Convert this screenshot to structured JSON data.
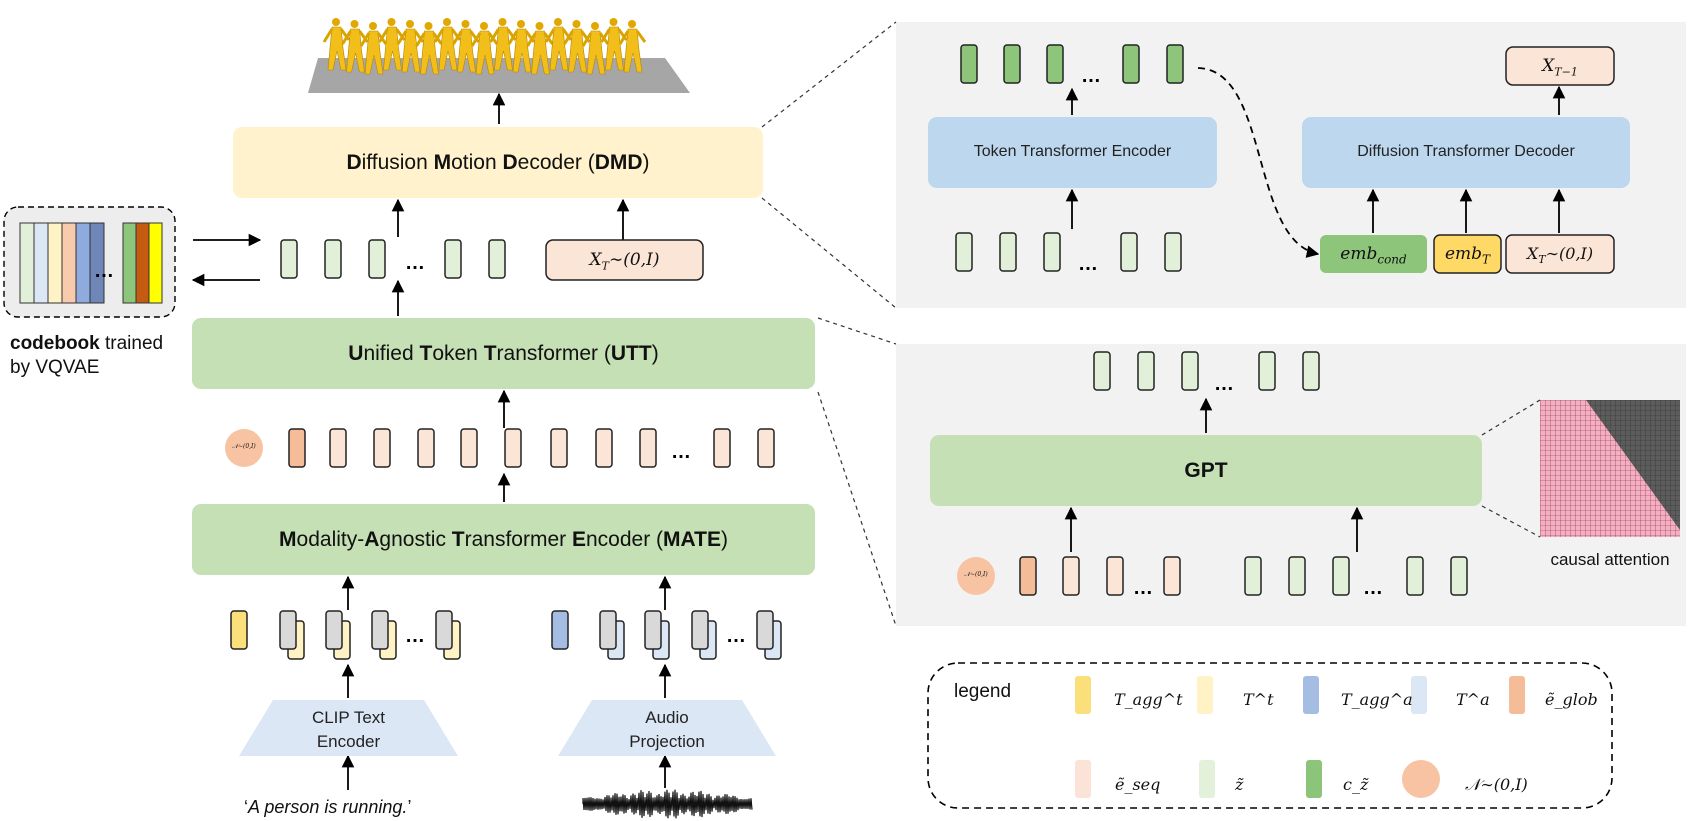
{
  "main": {
    "dmd": {
      "prefix_bold": [
        "D",
        "M",
        "D"
      ],
      "rest": [
        "iffusion ",
        "otion ",
        "ecoder ("
      ],
      "abbr": "DMD",
      "close": ")"
    },
    "utt": {
      "parts": [
        [
          "U",
          "nified "
        ],
        [
          "T",
          "oken "
        ],
        [
          "T",
          "ransformer ("
        ]
      ],
      "abbr": "UTT",
      "close": ")"
    },
    "mate": {
      "parts": [
        [
          "M",
          "odality-"
        ],
        [
          "A",
          "gnostic "
        ],
        [
          "T",
          "ransformer "
        ],
        [
          "E",
          "ncoder ("
        ]
      ],
      "abbr": "MATE",
      "close": ")"
    },
    "xt_noise": "X_T∼(0,I)",
    "noise_small": "𝒩∼(0,I)",
    "clip_encoder": [
      "CLIP Text",
      "Encoder"
    ],
    "audio_projection": [
      "Audio",
      "Projection"
    ],
    "text_prompt": {
      "open": "‘",
      "text": "A person is running.",
      "close": "’"
    },
    "ellipsis": "…"
  },
  "codebook": {
    "bold": "codebook",
    "rest": " trained",
    "line2": "by VQVAE"
  },
  "detail_dmd": {
    "token_encoder": "Token Transformer Encoder",
    "diffusion_decoder": "Diffusion Transformer Decoder",
    "x_t_minus_1": "X_{T−1}",
    "emb_cond": "emb_cond",
    "emb_t": "emb_T",
    "xt_noise": "X_T∼(0,I)"
  },
  "detail_utt": {
    "gpt": "GPT",
    "causal_attention": "causal attention",
    "noise_small": "𝒩∼(0,I)"
  },
  "legend": {
    "title": "legend",
    "items": [
      {
        "symbol": "T_agg^t",
        "color": "#FADF7A"
      },
      {
        "symbol": "T^t",
        "color": "#FFF2C4"
      },
      {
        "symbol": "T_agg^a",
        "color": "#A6BDE3"
      },
      {
        "symbol": "T^a",
        "color": "#DCE7F5"
      },
      {
        "symbol": "ẽ_glob",
        "color": "#F5BC98"
      },
      {
        "symbol": "ẽ_seq",
        "color": "#FBE3D7"
      },
      {
        "symbol": "z̃",
        "color": "#E3F1DA"
      },
      {
        "symbol": "c_z̃",
        "color": "#8CC47A"
      },
      {
        "symbol": "𝒩∼(0,I)",
        "color": "#F7C3A2"
      }
    ]
  },
  "colors": {
    "dmd_fill": "#FFF2CC",
    "green_fill": "#C5E0B4",
    "blue_fill": "#BDD7EE",
    "panel_bg": "#F2F2F2",
    "peach": "#FBE5D6",
    "light_green": "#E2F0D9",
    "green_token": "#8DC57A"
  }
}
